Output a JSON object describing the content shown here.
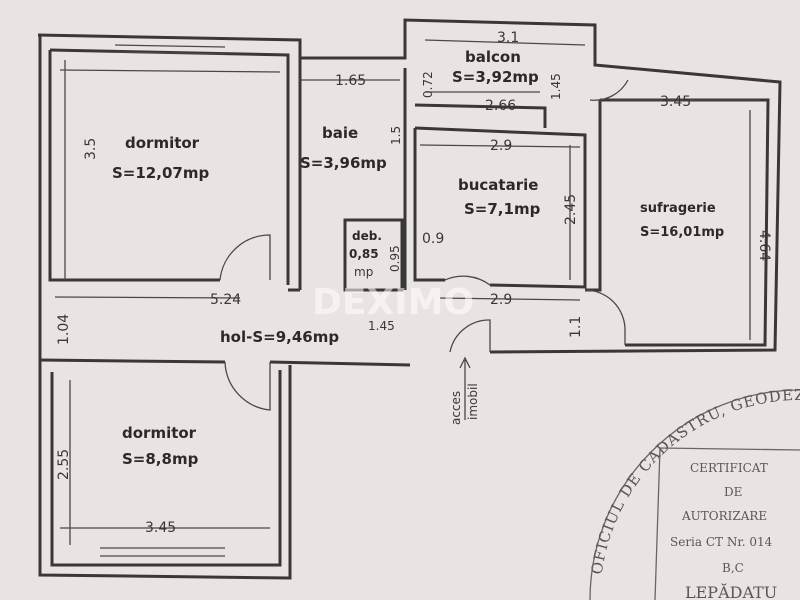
{
  "rooms": {
    "dormitor1": {
      "name": "dormitor",
      "area": "S=12,07mp",
      "width": "",
      "height": "3.5"
    },
    "baie": {
      "name": "baie",
      "area": "S=3,96mp",
      "width": "1.65",
      "height": "1.5"
    },
    "balcon": {
      "name": "balcon",
      "area": "S=3,92mp",
      "width_top": "3.1",
      "width_bottom": "2.66",
      "h_left": "0.72",
      "h_right": "1.45"
    },
    "bucatarie": {
      "name": "bucatarie",
      "area": "S=7,1mp",
      "width": "2.9",
      "height": "2.45",
      "door": "0.9"
    },
    "sufragerie": {
      "name": "sufragerie",
      "area": "S=16,01mp",
      "width": "3.45",
      "height": "4.64"
    },
    "debara": {
      "name": "deb.",
      "area": "0,85",
      "unit": "mp",
      "height": "0.95",
      "width": "1.45"
    },
    "hol": {
      "name": "hol-S=9,46mp",
      "width_left": "5.24",
      "width_right": "2.9",
      "height": "1.04",
      "h_right": "1.1"
    },
    "dormitor2": {
      "name": "dormitor",
      "area": "S=8,8mp",
      "width": "3.45",
      "height": "2.55"
    }
  },
  "access_label": [
    "acces",
    "imobil"
  ],
  "watermark": "DEXIMO",
  "stamp": {
    "ring": "OFICIUL DE CADASTRU, GEODEZ",
    "lines": [
      "CERTIFICAT",
      "DE",
      "AUTORIZARE",
      "Seria CT Nr. 014",
      "B,C",
      "LEPĂDATU"
    ]
  },
  "colors": {
    "paper": "#e9e4e2",
    "ink": "#3a3836",
    "stamp_ink": "#5a5655"
  }
}
